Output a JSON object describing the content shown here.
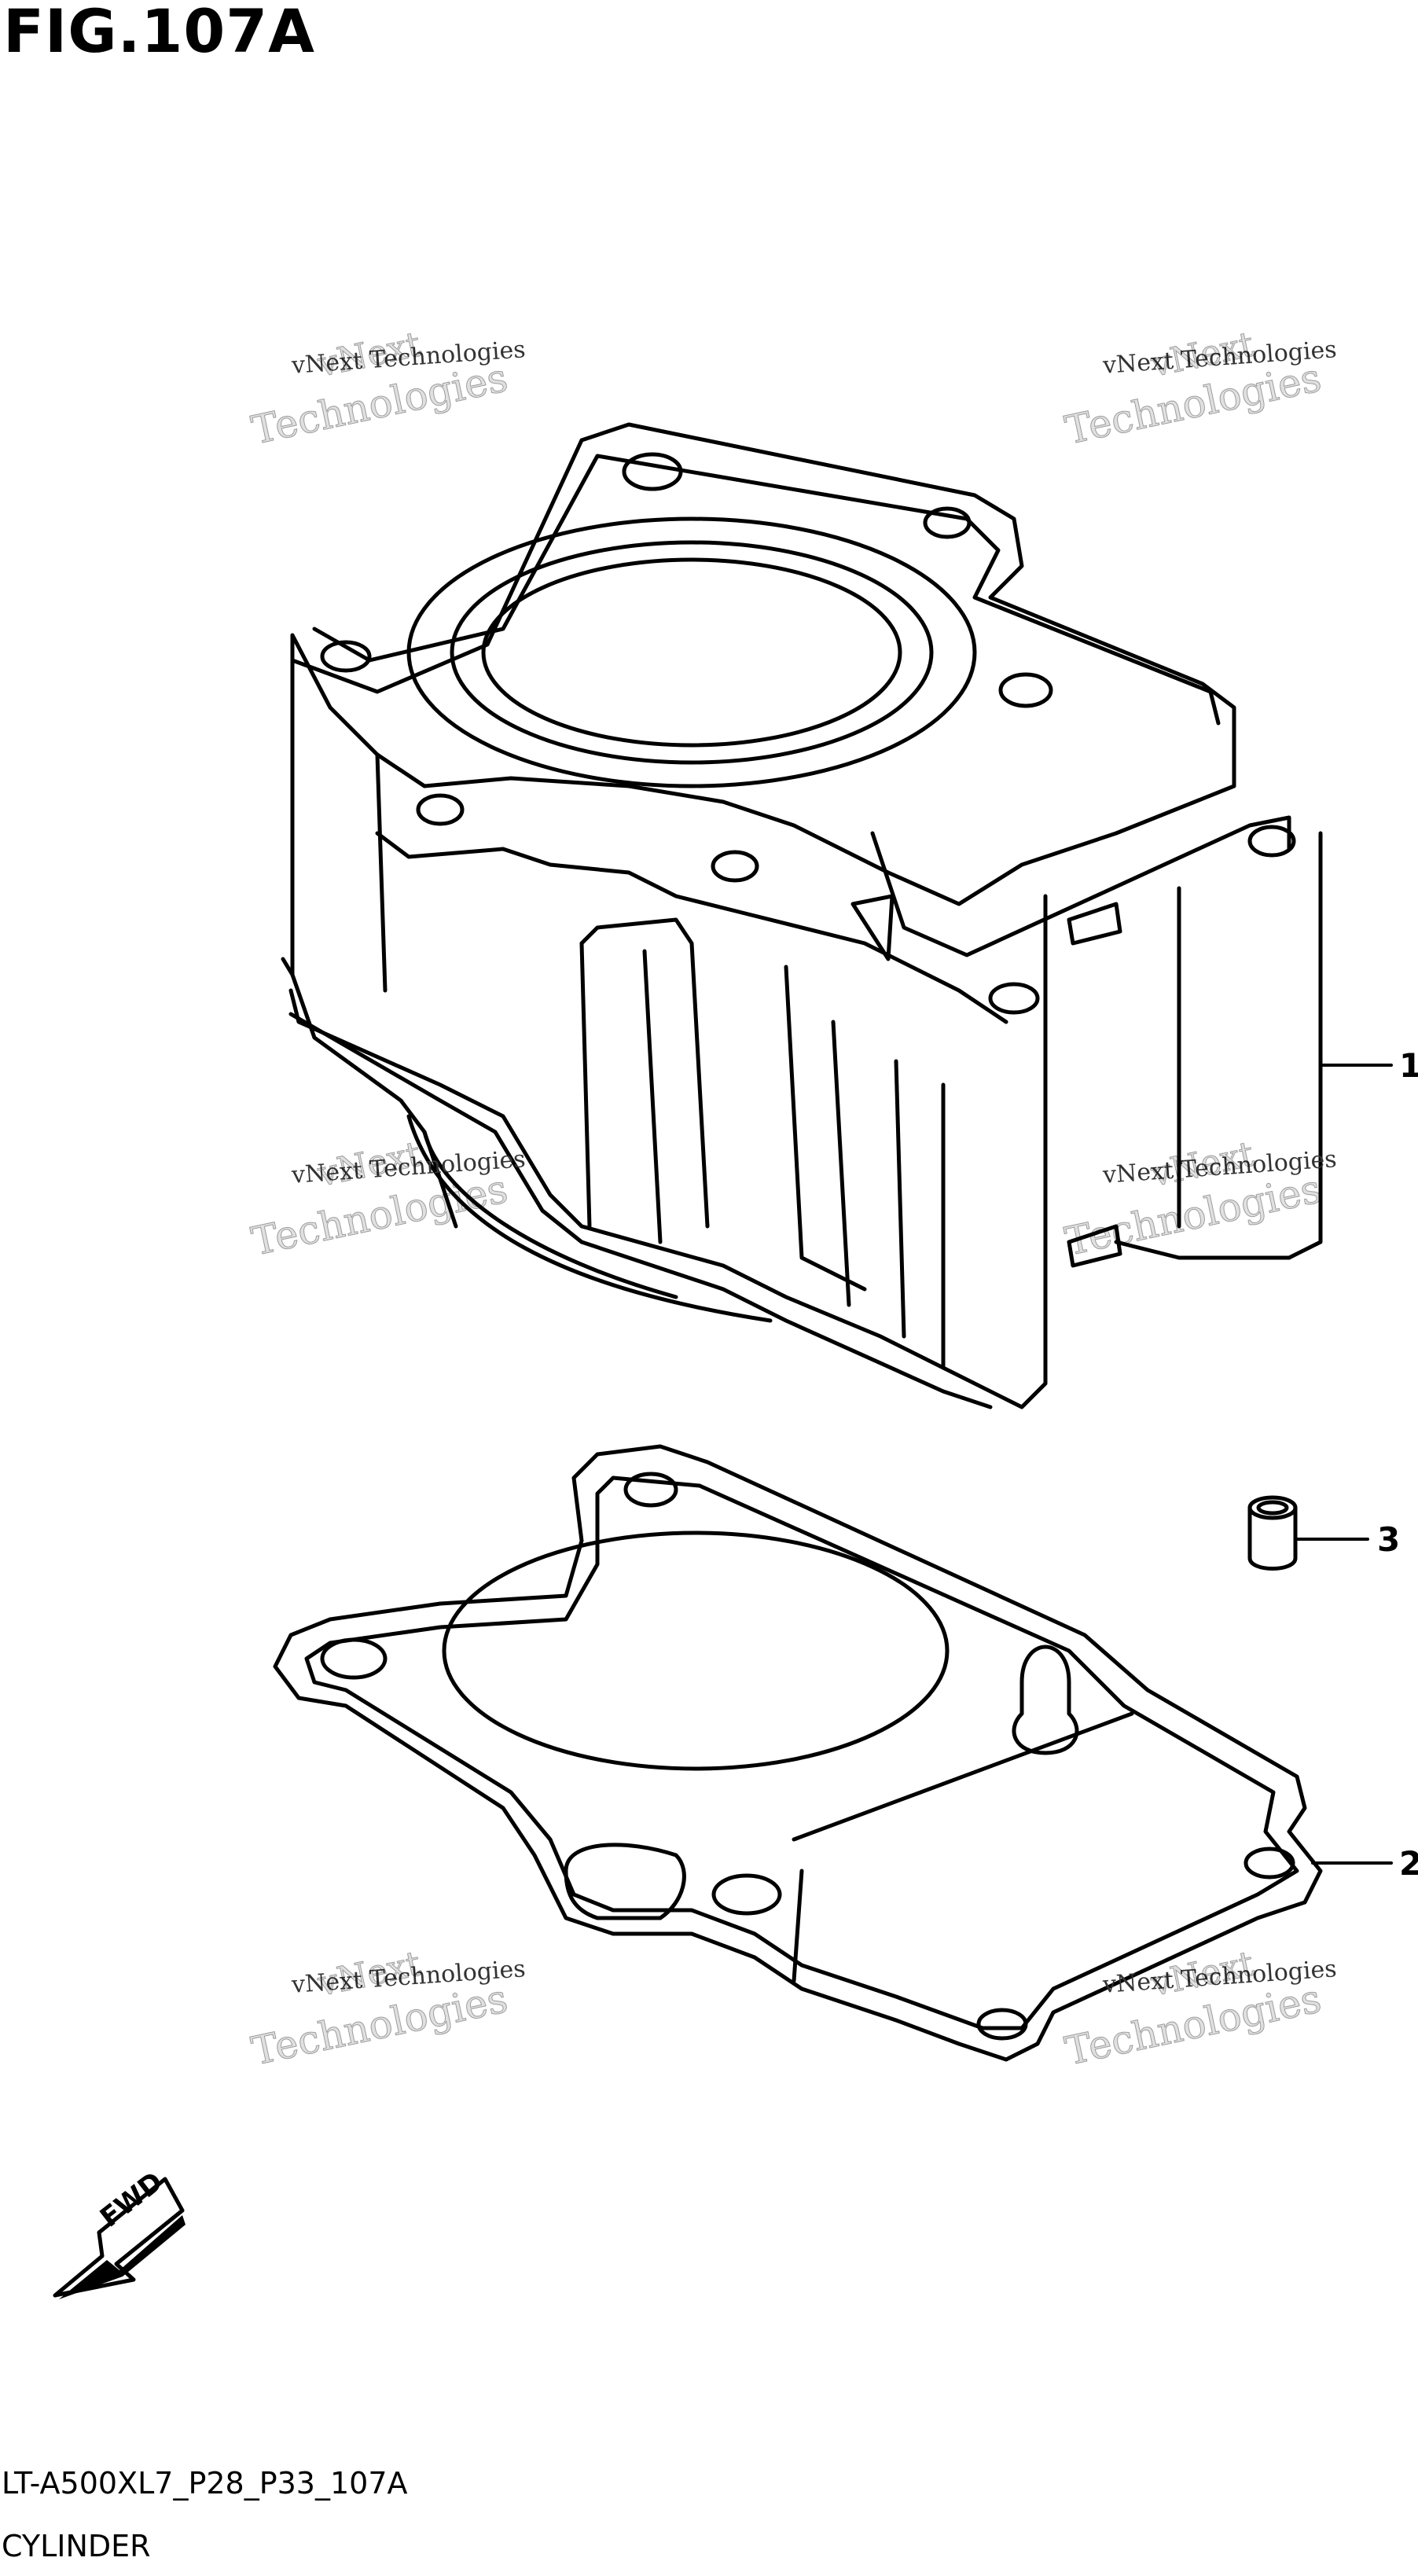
{
  "figure": {
    "title": "FIG.107A",
    "code": "LT-A500XL7_P28_P33_107A",
    "name": "CYLINDER"
  },
  "callouts": [
    "1",
    "2",
    "3"
  ],
  "direction_label": "FWD",
  "watermark": {
    "line1": "vNext Technologies",
    "line2": "Technologies",
    "line3": "vNext"
  }
}
